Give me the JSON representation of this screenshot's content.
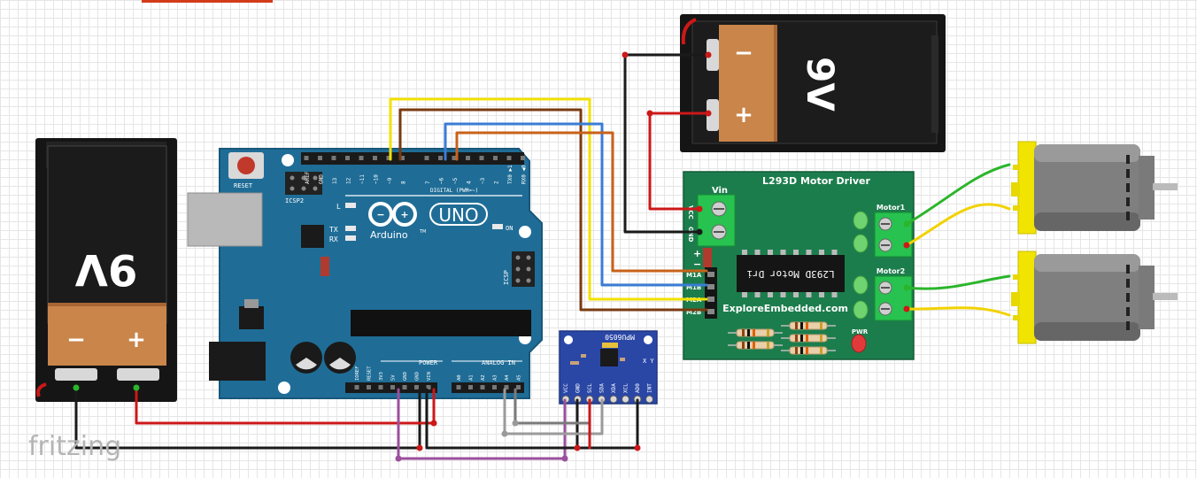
{
  "app": {
    "watermark": "fritzing"
  },
  "battery_left": {
    "voltage": "9V",
    "minus": "−",
    "plus": "+"
  },
  "battery_top": {
    "voltage": "9V",
    "minus": "−",
    "plus": "+"
  },
  "arduino": {
    "reset": "RESET",
    "icsp2": "ICSP2",
    "icsp": "ICSP",
    "led_l": "L",
    "led_tx": "TX",
    "led_rx": "RX",
    "on": "ON",
    "uno": "UNO",
    "brand": "Arduino",
    "tm": "TM",
    "digital": "DIGITAL (PWM=~)",
    "digital_pins": [
      "AREF",
      "GND",
      "13",
      "12",
      "~11",
      "~10",
      "~9",
      "8",
      "7",
      "~6",
      "~5",
      "4",
      "~3",
      "2",
      "TX0 ▶1",
      "RX0 ◀0"
    ],
    "power": "POWER",
    "analog": "ANALOG IN",
    "power_pins": [
      "IOREF",
      "RESET",
      "3V3",
      "5V",
      "GND",
      "GND",
      "VIN"
    ],
    "analog_pins": [
      "A0",
      "A1",
      "A2",
      "A3",
      "A4",
      "A5"
    ]
  },
  "mpu": {
    "title": "MPU6050",
    "axes": "X Y",
    "pins": [
      "VCC",
      "GND",
      "SCL",
      "SDA",
      "XDA",
      "XCL",
      "AD0",
      "INT"
    ]
  },
  "driver": {
    "title": "L293D Motor Driver",
    "chip": "L293D Motor Dri",
    "vin": "Vin",
    "vcc": "VCC",
    "gnd": "GND",
    "plus": "+",
    "minus": "−",
    "inputs": [
      "M1A",
      "M1B",
      "M2A",
      "M2B"
    ],
    "motor1": "Motor1",
    "motor2": "Motor2",
    "site": "ExploreEmbedded.com",
    "pwr": "PWR"
  },
  "colors": {
    "wire_red": "#cc1818",
    "wire_black": "#1a1a1a",
    "wire_yellow": "#f2e100",
    "wire_brown": "#7b3a10",
    "wire_blue": "#3a7cd4",
    "wire_orange": "#c8621a",
    "wire_purple": "#9b4f9c",
    "wire_gray": "#8a8a8a",
    "wire_green": "#2bb52b",
    "board_blue": "#1f6d97",
    "driver_green": "#1c7d4c",
    "battery_orange": "#c9854a"
  }
}
